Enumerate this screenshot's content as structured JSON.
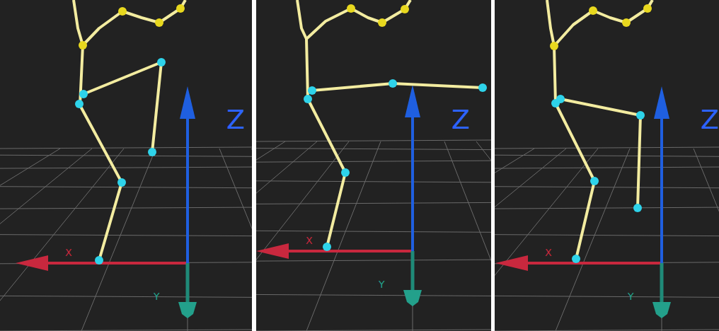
{
  "diagram": {
    "labels": [
      "Z",
      "X",
      "Y",
      "Z",
      "X",
      "Y",
      "Z",
      "X",
      "Y"
    ]
  }
}
